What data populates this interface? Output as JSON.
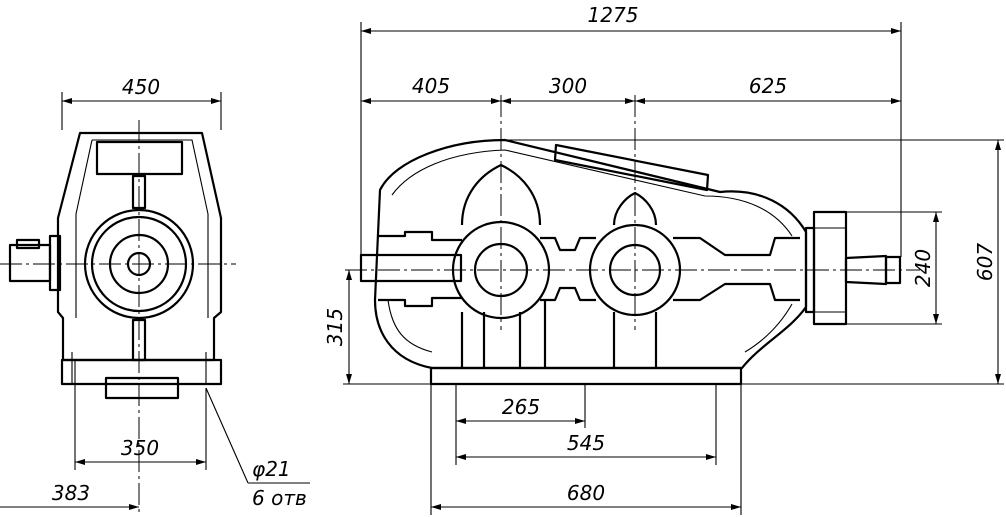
{
  "drawing": {
    "side_view": {
      "width_label": "450",
      "bolt_spacing_label": "350",
      "axis_offset_label": "383",
      "hole_dia_label": "φ21",
      "hole_count_label": "6 отв"
    },
    "front_view": {
      "overall_length_label": "1275",
      "input_shaft_dist_label": "405",
      "center_distance_1_label": "300",
      "output_shaft_dist_label": "625",
      "height_label": "607",
      "flange_dia_label": "240",
      "axis_height_label": "315",
      "foot_hole_1_label": "265",
      "foot_hole_2_label": "545",
      "base_length_label": "680"
    }
  }
}
